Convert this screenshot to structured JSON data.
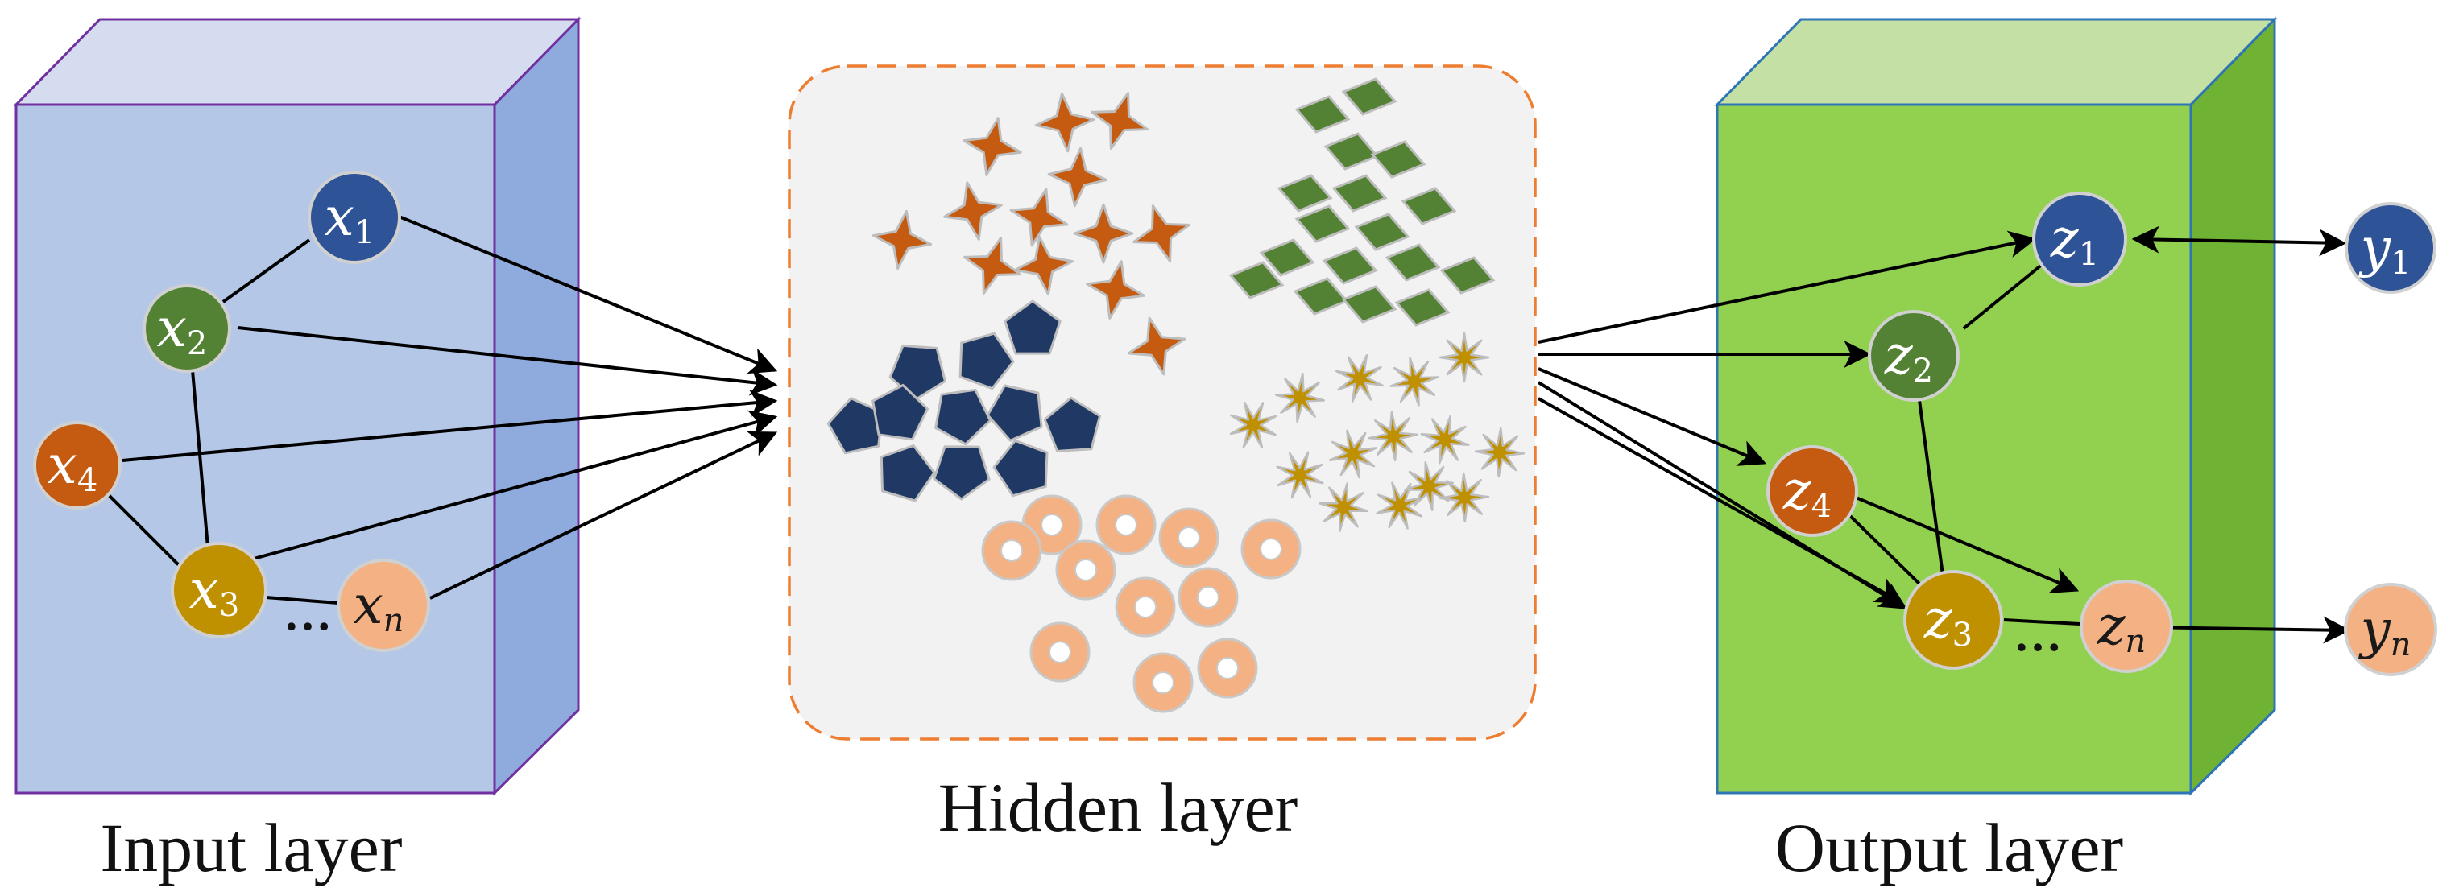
{
  "captions": {
    "input": "Input layer",
    "hidden": "Hidden layer",
    "output": "Output layer"
  },
  "ellipsis": "…",
  "nodes": {
    "x1": {
      "base": "x",
      "sub": "1"
    },
    "x2": {
      "base": "x",
      "sub": "2"
    },
    "x3": {
      "base": "x",
      "sub": "3"
    },
    "x4": {
      "base": "x",
      "sub": "4"
    },
    "xn": {
      "base": "x",
      "sub": "n"
    },
    "z1": {
      "base": "z",
      "sub": "1"
    },
    "z2": {
      "base": "z",
      "sub": "2"
    },
    "z3": {
      "base": "z",
      "sub": "3"
    },
    "z4": {
      "base": "z",
      "sub": "4"
    },
    "zn": {
      "base": "z",
      "sub": "n"
    },
    "y1": {
      "base": "y",
      "sub": "1"
    },
    "yn": {
      "base": "y",
      "sub": "n"
    }
  },
  "colors": {
    "blue_node": "#2e5396",
    "green_node": "#548235",
    "orange_node": "#c55a11",
    "gold_node": "#bf9000",
    "peach_node": "#f4b183",
    "input_box_front": "#b4c7e7",
    "input_box_side": "#8faadc",
    "input_box_top": "#d6dcf0",
    "input_box_edge": "#7030a0",
    "output_box_front": "#92d050",
    "output_box_side": "#70b334",
    "output_box_top": "#c5e0a5",
    "output_box_edge": "#2e75b6",
    "hidden_box_fill": "#f2f2f2",
    "hidden_box_edge": "#ed7d31",
    "star_fill": "#c55a11",
    "diamond_fill": "#548235",
    "pentagon_fill": "#1f3864",
    "ring_fill": "#f4b183",
    "sparkle_fill": "#bf9000"
  }
}
